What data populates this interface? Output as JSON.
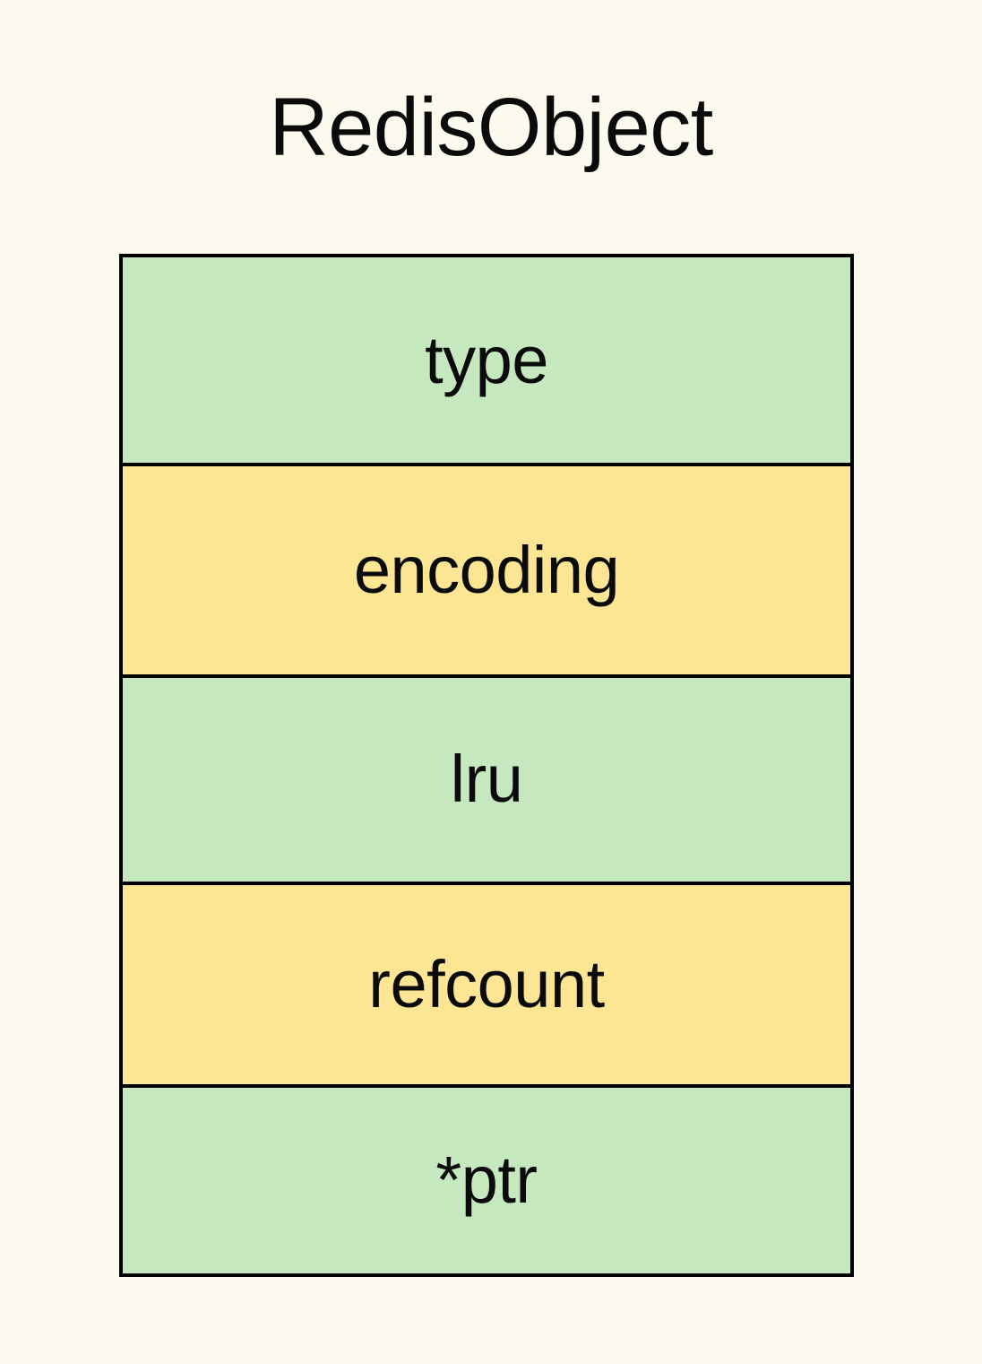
{
  "diagram": {
    "title": "RedisObject",
    "type": "struct-layout-diagram",
    "background_color": "#fcfaef",
    "border_color": "#000000",
    "text_color": "#0b0b0b",
    "fill_colors": {
      "green": "#c5e8bf",
      "yellow": "#fce694"
    },
    "fields": [
      {
        "label": "type",
        "fill": "green",
        "fill_color": "#c5e8bf"
      },
      {
        "label": "encoding",
        "fill": "yellow",
        "fill_color": "#fce694"
      },
      {
        "label": "lru",
        "fill": "green",
        "fill_color": "#c5e8bf"
      },
      {
        "label": "refcount",
        "fill": "yellow",
        "fill_color": "#fce694"
      },
      {
        "label": "*ptr",
        "fill": "green",
        "fill_color": "#c5e8bf"
      }
    ]
  }
}
